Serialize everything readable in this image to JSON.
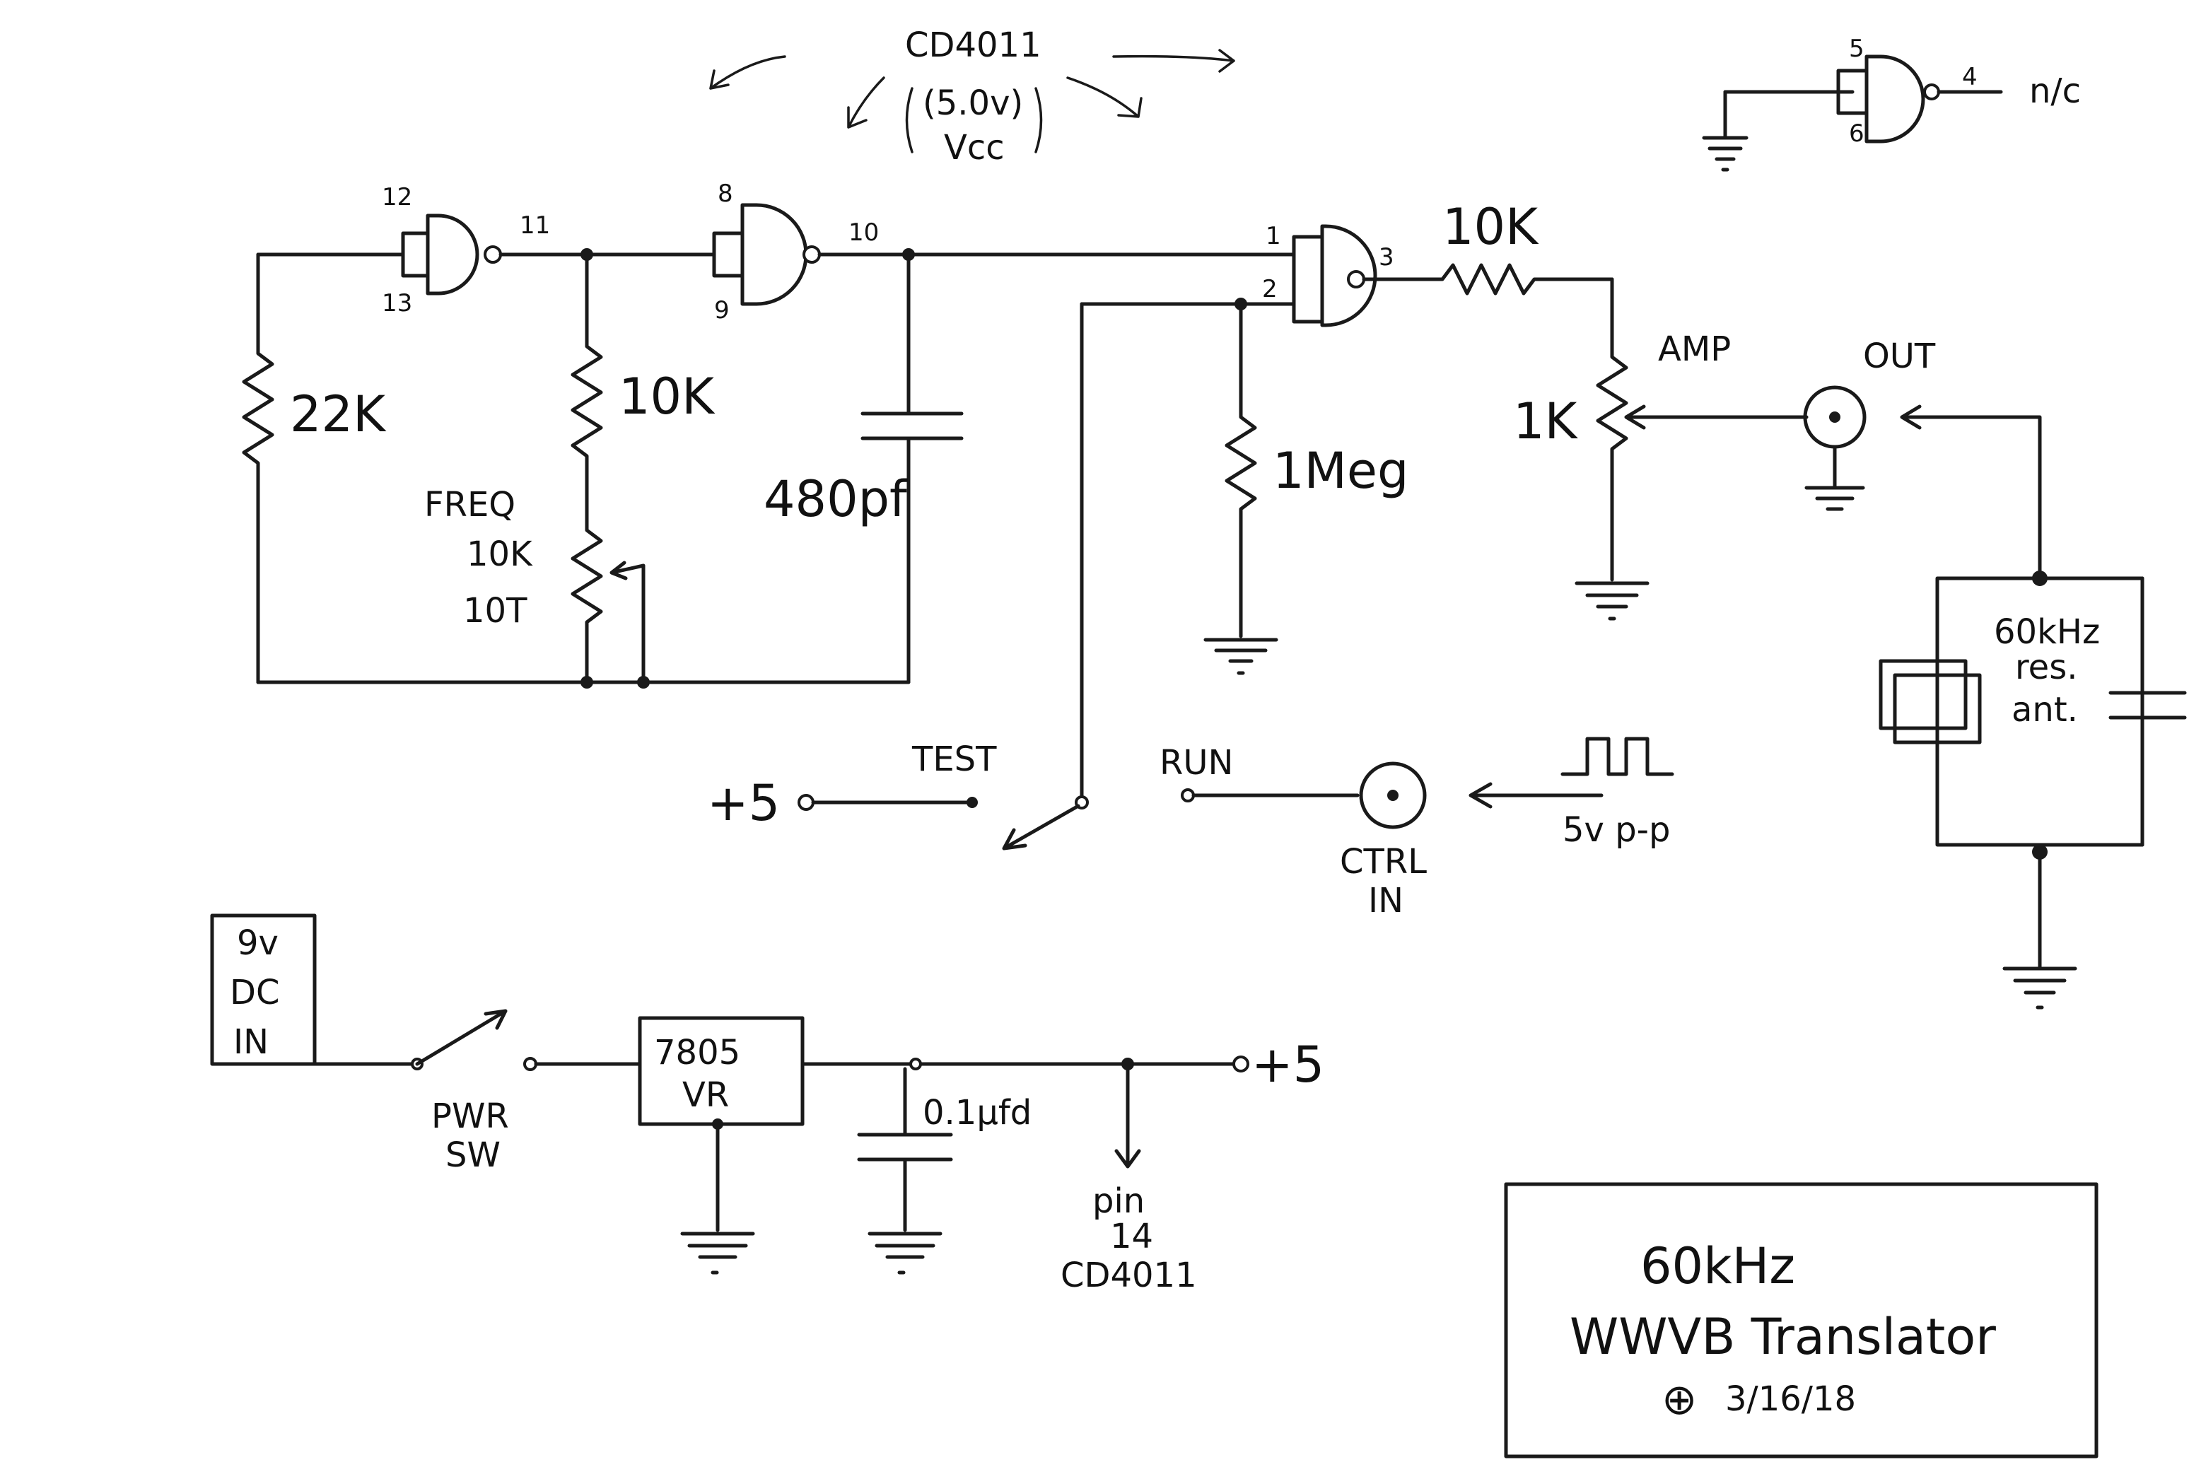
{
  "header": {
    "chip": "CD4011",
    "vcc_line1": "(5.0v)",
    "vcc_line2": "Vcc"
  },
  "pins": {
    "p12": "12",
    "p13": "13",
    "p11": "11",
    "p8": "8",
    "p9": "9",
    "p10": "10",
    "p1": "1",
    "p2": "2",
    "p3": "3",
    "p5": "5",
    "p6": "6",
    "p4": "4"
  },
  "unused_gate_note": "n/c",
  "components": {
    "r22k": "22K",
    "r10k_mid": "10K",
    "cap480": "480pf",
    "freq_l1": "FREQ",
    "freq_l2": "10K",
    "freq_l3": "10T",
    "r1meg": "1Meg",
    "r10k_out": "10K",
    "amp": "AMP",
    "pot1k": "1K",
    "out": "OUT",
    "ant_l1": "60kHz",
    "ant_l2": "res.",
    "ant_l3": "ant."
  },
  "controls": {
    "plus5_left": "+5",
    "test": "TEST",
    "run": "RUN",
    "ctrl_in_l1": "CTRL",
    "ctrl_in_l2": "IN",
    "signal": "5v p-p"
  },
  "power": {
    "dc_l1": "9v",
    "dc_l2": "DC",
    "dc_l3": "IN",
    "pwr_l1": "PWR",
    "pwr_l2": "SW",
    "reg_l1": "7805",
    "reg_l2": "VR",
    "cap": "0.1µfd",
    "plus5_right": "+5",
    "pin14_l1": "pin",
    "pin14_l2": "14",
    "pin14_l3": "CD4011"
  },
  "title_block": {
    "line1": "60kHz",
    "line2": "WWVB Translator",
    "date": "3/16/18"
  }
}
